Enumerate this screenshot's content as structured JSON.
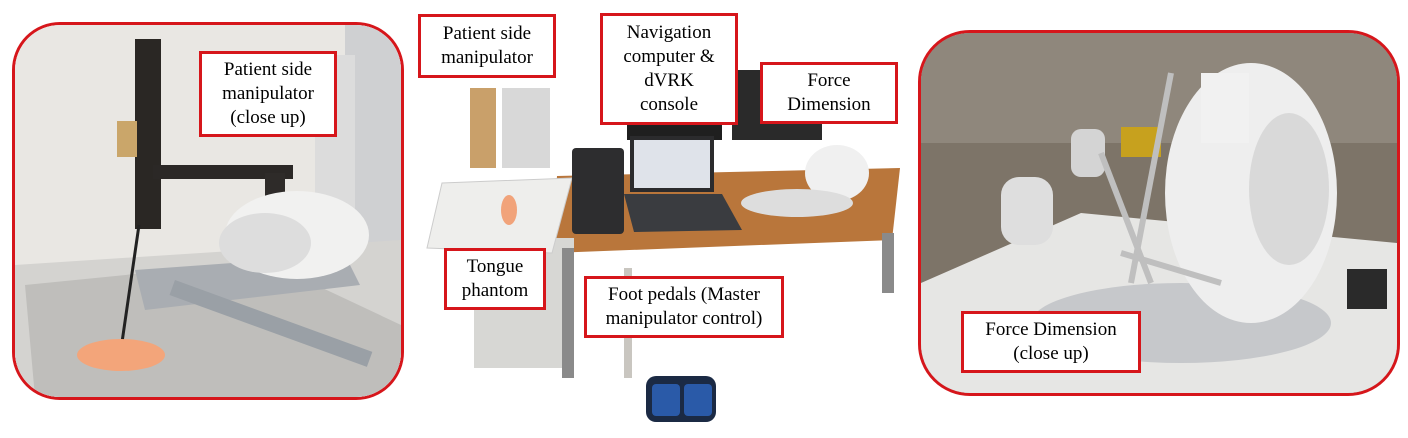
{
  "labels": {
    "patient_side_closeup": [
      "Patient side",
      "manipulator",
      "(close up)"
    ],
    "patient_side": [
      "Patient side",
      "manipulator"
    ],
    "navigation": [
      "Navigation",
      "computer &",
      "dVRK",
      "console"
    ],
    "force_dimension": [
      "Force",
      "Dimension"
    ],
    "tongue_phantom": [
      "Tongue",
      "phantom"
    ],
    "foot_pedals": [
      "Foot pedals (Master",
      "manipulator control)"
    ],
    "force_dimension_closeup": [
      "Force Dimension",
      "(close up)"
    ]
  },
  "colors": {
    "frame": "#d6161b"
  }
}
